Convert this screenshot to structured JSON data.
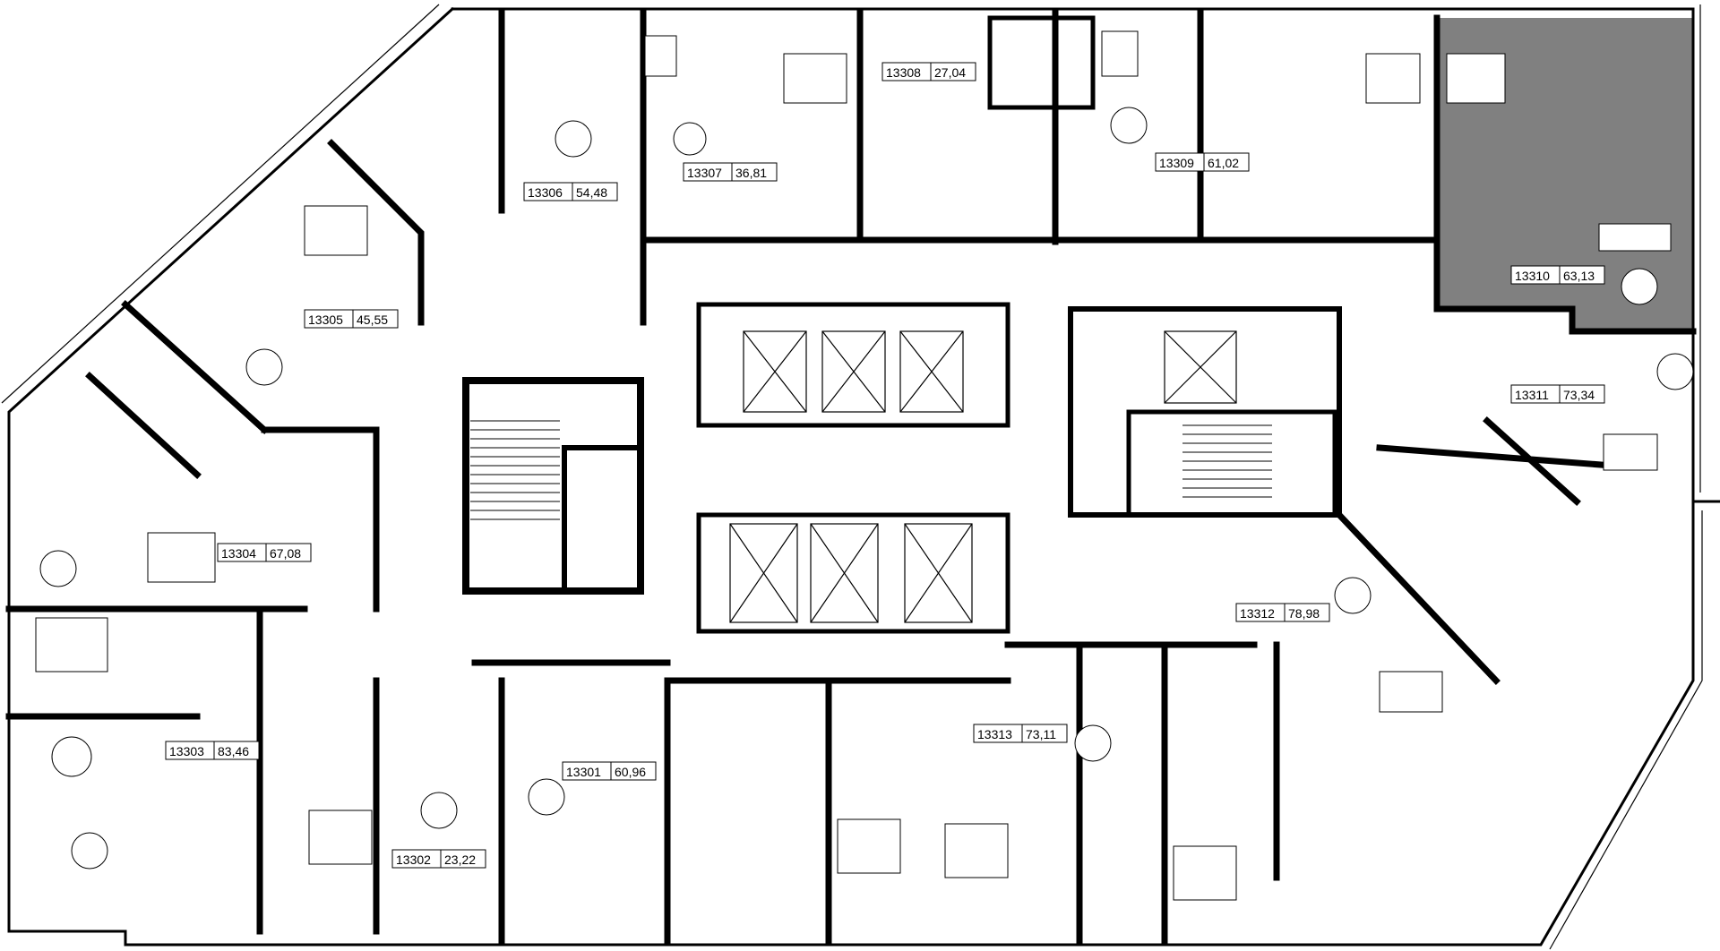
{
  "floor_plan": {
    "highlight_color": "#808080",
    "wall_color": "#000000",
    "background_color": "#ffffff",
    "selected_unit": "13310",
    "units": [
      {
        "id": "13301",
        "area": "60,96"
      },
      {
        "id": "13302",
        "area": "23,22"
      },
      {
        "id": "13303",
        "area": "83,46"
      },
      {
        "id": "13304",
        "area": "67,08"
      },
      {
        "id": "13305",
        "area": "45,55"
      },
      {
        "id": "13306",
        "area": "54,48"
      },
      {
        "id": "13307",
        "area": "36,81"
      },
      {
        "id": "13308",
        "area": "27,04"
      },
      {
        "id": "13309",
        "area": "61,02"
      },
      {
        "id": "13310",
        "area": "63,13"
      },
      {
        "id": "13311",
        "area": "73,34"
      },
      {
        "id": "13312",
        "area": "78,98"
      },
      {
        "id": "13313",
        "area": "73,11"
      }
    ]
  }
}
